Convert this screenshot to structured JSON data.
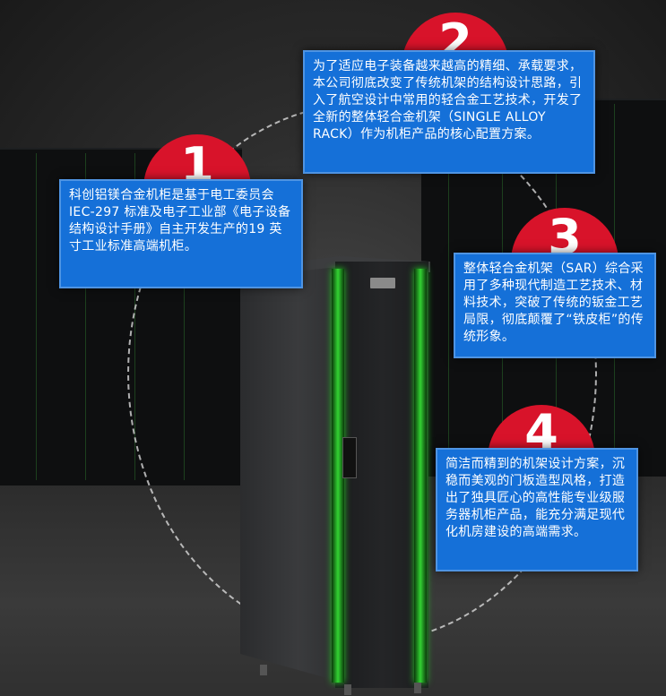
{
  "steps": [
    {
      "number": "1",
      "text": "科创铝镁合金机柜是基于电工委员会IEC-297 标准及电子工业部《电子设备结构设计手册》自主开发生产的19 英寸工业标准高端机柜。"
    },
    {
      "number": "2",
      "text": "为了适应电子装备越来越高的精细、承载要求，本公司彻底改变了传统机架的结构设计思路，引入了航空设计中常用的轻合金工艺技术，开发了全新的整体轻合金机架（SINGLE ALLOY RACK）作为机柜产品的核心配置方案。"
    },
    {
      "number": "3",
      "text": "整体轻合金机架（SAR）综合采用了多种现代制造工艺技术、材料技术，突破了传统的钣金工艺局限，彻底颠覆了“铁皮柜”的传统形象。"
    },
    {
      "number": "4",
      "text": "简洁而精到的机架设计方案，沉稳而美观的门板造型风格，打造出了独具匠心的高性能专业级服务器机柜产品，能充分满足现代化机房建设的高端需求。"
    }
  ],
  "colors": {
    "badge": "#d8132a",
    "card": "#1570d8",
    "accent_green": "#33d233"
  }
}
